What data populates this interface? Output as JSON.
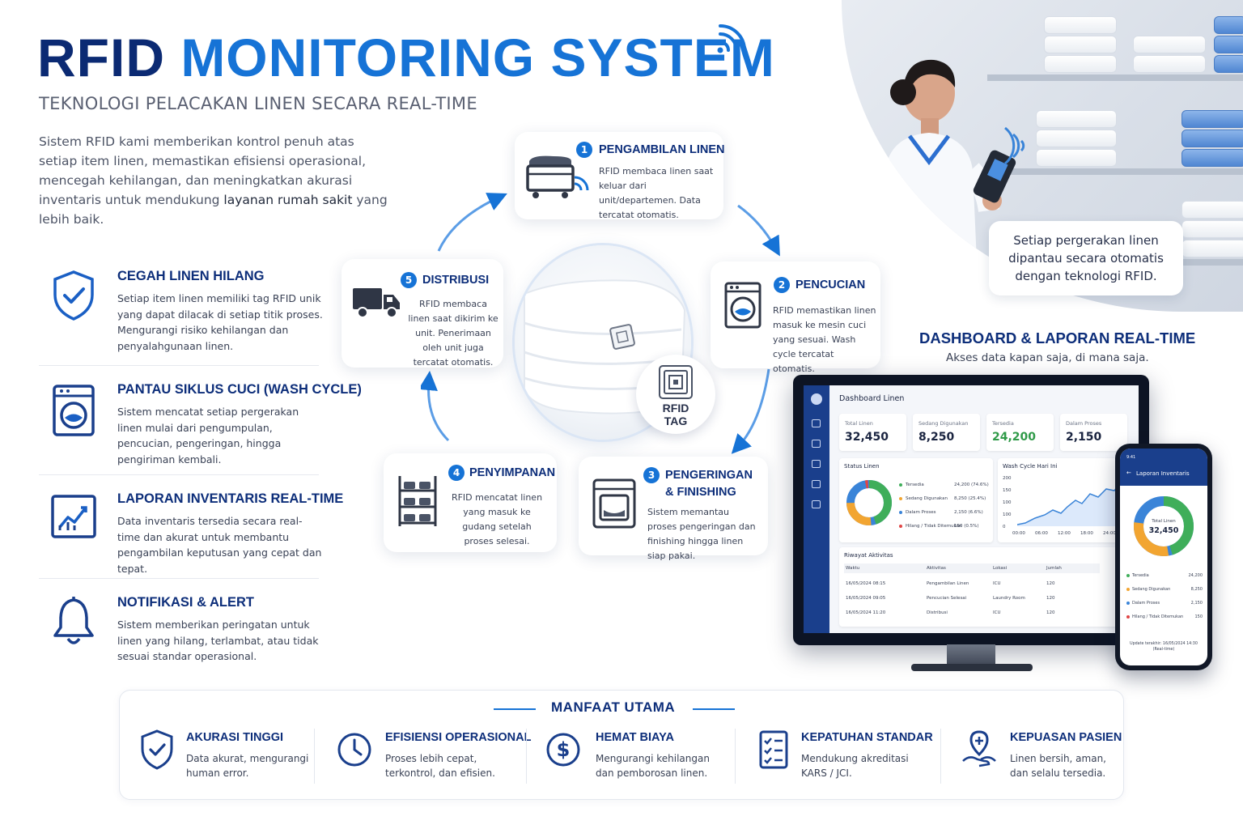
{
  "header": {
    "title_part1": "RFID",
    "title_part2": "MONITORING SYSTEM",
    "subtitle": "TEKNOLOGI PELACAKAN LINEN SECARA REAL-TIME",
    "intro_plain": "Sistem RFID kami memberikan kontrol penuh atas setiap item linen, memastikan efisiensi operasional, mencegah kehilangan, dan meningkatkan akurasi inventaris untuk mendukung ",
    "intro_bold": "layanan rumah sakit",
    "intro_end": " yang lebih baik."
  },
  "photo_caption": "Setiap pergerakan linen dipantau secara otomatis dengan teknologi RFID.",
  "features": [
    {
      "title": "CEGAH LINEN HILANG",
      "desc": "Setiap item linen memiliki tag RFID unik yang dapat dilacak di setiap titik proses. Mengurangi risiko kehilangan dan penyalahgunaan linen.",
      "icon": "shield-check-icon"
    },
    {
      "title": "PANTAU SIKLUS CUCI (WASH CYCLE)",
      "desc": "Sistem mencatat setiap pergerakan linen mulai dari pengumpulan, pencucian, pengeringan, hingga pengiriman kembali.",
      "icon": "washing-machine-icon"
    },
    {
      "title": "LAPORAN INVENTARIS REAL-TIME",
      "desc": "Data inventaris tersedia secara real-time dan akurat untuk membantu pengambilan keputusan yang cepat dan tepat.",
      "icon": "chart-report-icon"
    },
    {
      "title": "NOTIFIKASI & ALERT",
      "desc": "Sistem memberikan peringatan untuk linen yang hilang, terlambat, atau tidak sesuai standar operasional.",
      "icon": "bell-icon"
    }
  ],
  "steps": [
    {
      "num": "1",
      "title": "PENGAMBILAN LINEN",
      "desc": "RFID membaca linen saat keluar dari unit/departemen. Data tercatat otomatis.",
      "icon": "linen-cart-icon"
    },
    {
      "num": "2",
      "title": "PENCUCIAN",
      "desc": "RFID memastikan linen masuk ke mesin cuci yang sesuai. Wash cycle tercatat otomatis.",
      "icon": "washing-machine-icon"
    },
    {
      "num": "3",
      "title": "PENGERINGAN & FINISHING",
      "desc": "Sistem memantau proses pengeringan dan finishing hingga linen siap pakai.",
      "icon": "dryer-icon"
    },
    {
      "num": "4",
      "title": "PENYIMPANAN",
      "desc": "RFID mencatat linen yang masuk ke gudang setelah proses selesai.",
      "icon": "storage-rack-icon"
    },
    {
      "num": "5",
      "title": "DISTRIBUSI",
      "desc": "RFID membaca linen saat dikirim ke unit. Penerimaan oleh unit juga tercatat otomatis.",
      "icon": "delivery-truck-icon"
    }
  ],
  "rfid_tag": {
    "line1": "RFID",
    "line2": "TAG"
  },
  "dashboard": {
    "title": "DASHBOARD & LAPORAN REAL-TIME",
    "subtitle": "Akses data kapan saja, di mana saja.",
    "app_title": "Dashboard Linen",
    "kpis": [
      {
        "label": "Total Linen",
        "value": "32,450",
        "color": "#1a2440"
      },
      {
        "label": "Sedang Digunakan",
        "value": "8,250",
        "color": "#1a2440"
      },
      {
        "label": "Tersedia",
        "value": "24,200",
        "color": "#2f9a48"
      },
      {
        "label": "Dalam Proses",
        "value": "2,150",
        "color": "#1a2440"
      }
    ],
    "status_title": "Status Linen",
    "status_rows": [
      {
        "label": "Tersedia",
        "value": "24,200 (74.6%)",
        "color": "#3fae5a"
      },
      {
        "label": "Sedang Digunakan",
        "value": "8,250 (25.4%)",
        "color": "#f2a531"
      },
      {
        "label": "Dalam Proses",
        "value": "2,150 (6.6%)",
        "color": "#3a84d8"
      },
      {
        "label": "Hilang / Tidak Ditemukan",
        "value": "150 (0.5%)",
        "color": "#e04646"
      }
    ],
    "wash_title": "Wash Cycle Hari Ini",
    "wash_y_ticks": [
      "200",
      "150",
      "100",
      "100",
      "0"
    ],
    "wash_x_ticks": [
      "00:00",
      "06:00",
      "12:00",
      "18:00",
      "24:00"
    ],
    "activity_title": "Riwayat Aktivitas",
    "activity_headers": [
      "Waktu",
      "Aktivitas",
      "Lokasi",
      "Jumlah"
    ],
    "activity_rows": [
      [
        "16/05/2024 08:15",
        "Pengambilan Linen",
        "ICU",
        "120"
      ],
      [
        "16/05/2024 09:05",
        "Pencucian Selesai",
        "Laundry Room",
        "120"
      ],
      [
        "16/05/2024 11:20",
        "Distribusi",
        "ICU",
        "120"
      ]
    ]
  },
  "phone": {
    "status_time": "9:41",
    "title": "Laporan Inventaris",
    "donut_label": "Total Linen",
    "donut_value": "32,450",
    "rows": [
      {
        "label": "Tersedia",
        "value": "24,200",
        "color": "#3fae5a"
      },
      {
        "label": "Sedang Digunakan",
        "value": "8,250",
        "color": "#f2a531"
      },
      {
        "label": "Dalam Proses",
        "value": "2,150",
        "color": "#3a84d8"
      },
      {
        "label": "Hilang / Tidak Ditemukan",
        "value": "150",
        "color": "#e04646"
      }
    ],
    "update_line1": "Update terakhir: 16/05/2024 14:30",
    "update_line2": "(Real-time)"
  },
  "benefits": {
    "title": "MANFAAT UTAMA",
    "items": [
      {
        "title": "AKURASI TINGGI",
        "line1": "Data akurat, mengurangi",
        "line2": "human error.",
        "icon": "shield-check-icon"
      },
      {
        "title": "EFISIENSI OPERASIONAL",
        "line1": "Proses lebih cepat,",
        "line2": "terkontrol, dan efisien.",
        "icon": "clock-icon"
      },
      {
        "title": "HEMAT BIAYA",
        "line1": "Mengurangi kehilangan",
        "line2": "dan pemborosan linen.",
        "icon": "dollar-coin-icon"
      },
      {
        "title": "KEPATUHAN STANDAR",
        "line1": "Mendukung akreditasi",
        "line2": "KARS / JCI.",
        "icon": "checklist-icon"
      },
      {
        "title": "KEPUASAN PASIEN",
        "line1": "Linen bersih, aman,",
        "line2": "dan selalu tersedia.",
        "icon": "patient-care-icon"
      }
    ]
  },
  "colors": {
    "navy": "#0b2a73",
    "accent": "#1673d6",
    "green": "#3fae5a",
    "orange": "#f2a531",
    "red": "#e04646"
  }
}
